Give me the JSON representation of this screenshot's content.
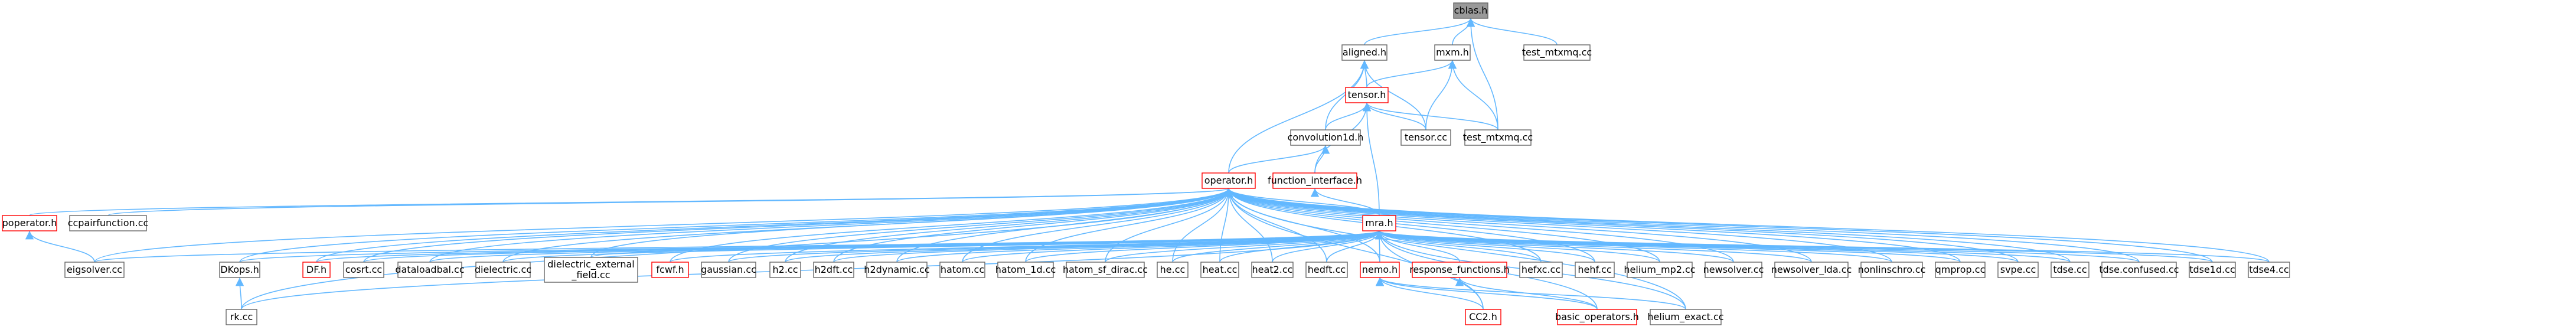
{
  "colors": {
    "edge": "#63b8ff",
    "focus_fill": "#999999",
    "focus_stroke": "#666666",
    "normal_stroke": "#666666",
    "truncated_stroke": "#ff0000",
    "node_fill": "#ffffff"
  },
  "nodes": [
    {
      "id": "cblas_h",
      "label": "cblas.h",
      "style": "focus"
    },
    {
      "id": "aligned_h",
      "label": "aligned.h",
      "style": "normal"
    },
    {
      "id": "mxm_h",
      "label": "mxm.h",
      "style": "normal"
    },
    {
      "id": "test_mtxmq_cc_top",
      "label": "test_mtxmq.cc",
      "style": "normal"
    },
    {
      "id": "tensor_h",
      "label": "tensor.h",
      "style": "truncated"
    },
    {
      "id": "convolution1d_h",
      "label": "convolution1d.h",
      "style": "normal"
    },
    {
      "id": "tensor_cc",
      "label": "tensor.cc",
      "style": "normal"
    },
    {
      "id": "test_mtxmq_cc",
      "label": "test_mtxmq.cc",
      "style": "normal"
    },
    {
      "id": "operator_h",
      "label": "operator.h",
      "style": "truncated"
    },
    {
      "id": "function_interface_h",
      "label": "function_interface.h",
      "style": "truncated"
    },
    {
      "id": "poperator_h",
      "label": "poperator.h",
      "style": "truncated"
    },
    {
      "id": "ccpairfunction_cc",
      "label": "ccpairfunction.cc",
      "style": "normal"
    },
    {
      "id": "mra_h",
      "label": "mra.h",
      "style": "truncated"
    },
    {
      "id": "eigsolver_cc",
      "label": "eigsolver.cc",
      "style": "normal"
    },
    {
      "id": "dkops_h",
      "label": "DKops.h",
      "style": "normal"
    },
    {
      "id": "df_h",
      "label": "DF.h",
      "style": "truncated"
    },
    {
      "id": "cosrt_cc",
      "label": "cosrt.cc",
      "style": "normal"
    },
    {
      "id": "dataloadbal_cc",
      "label": "dataloadbal.cc",
      "style": "normal"
    },
    {
      "id": "dielectric_cc",
      "label": "dielectric.cc",
      "style": "normal"
    },
    {
      "id": "dielectric_external_field_cc",
      "label": "dielectric_external\n_field.cc",
      "style": "normal"
    },
    {
      "id": "fcwf_h",
      "label": "fcwf.h",
      "style": "truncated"
    },
    {
      "id": "gaussian_cc",
      "label": "gaussian.cc",
      "style": "normal"
    },
    {
      "id": "h2_cc",
      "label": "h2.cc",
      "style": "normal"
    },
    {
      "id": "h2dft_cc",
      "label": "h2dft.cc",
      "style": "normal"
    },
    {
      "id": "h2dynamic_cc",
      "label": "h2dynamic.cc",
      "style": "normal"
    },
    {
      "id": "hatom_cc",
      "label": "hatom.cc",
      "style": "normal"
    },
    {
      "id": "hatom_1d_cc",
      "label": "hatom_1d.cc",
      "style": "normal"
    },
    {
      "id": "hatom_sf_dirac_cc",
      "label": "hatom_sf_dirac.cc",
      "style": "normal"
    },
    {
      "id": "he_cc",
      "label": "he.cc",
      "style": "normal"
    },
    {
      "id": "heat_cc",
      "label": "heat.cc",
      "style": "normal"
    },
    {
      "id": "heat2_cc",
      "label": "heat2.cc",
      "style": "normal"
    },
    {
      "id": "hedft_cc",
      "label": "hedft.cc",
      "style": "normal"
    },
    {
      "id": "nemo_h",
      "label": "nemo.h",
      "style": "truncated"
    },
    {
      "id": "response_functions_h",
      "label": "response_functions.h",
      "style": "truncated"
    },
    {
      "id": "hefxc_cc",
      "label": "hefxc.cc",
      "style": "normal"
    },
    {
      "id": "hehf_cc",
      "label": "hehf.cc",
      "style": "normal"
    },
    {
      "id": "helium_mp2_cc",
      "label": "helium_mp2.cc",
      "style": "normal"
    },
    {
      "id": "newsolver_cc",
      "label": "newsolver.cc",
      "style": "normal"
    },
    {
      "id": "newsolver_lda_cc",
      "label": "newsolver_lda.cc",
      "style": "normal"
    },
    {
      "id": "nonlinschro_cc",
      "label": "nonlinschro.cc",
      "style": "normal"
    },
    {
      "id": "qmprop_cc",
      "label": "qmprop.cc",
      "style": "normal"
    },
    {
      "id": "svpe_cc",
      "label": "svpe.cc",
      "style": "normal"
    },
    {
      "id": "tdse_cc",
      "label": "tdse.cc",
      "style": "normal"
    },
    {
      "id": "tdse_confused_cc",
      "label": "tdse.confused.cc",
      "style": "normal"
    },
    {
      "id": "tdse1d_cc",
      "label": "tdse1d.cc",
      "style": "normal"
    },
    {
      "id": "tdse4_cc",
      "label": "tdse4.cc",
      "style": "normal"
    },
    {
      "id": "rk_cc",
      "label": "rk.cc",
      "style": "normal"
    },
    {
      "id": "cc2_h",
      "label": "CC2.h",
      "style": "truncated"
    },
    {
      "id": "basic_operators_h",
      "label": "basic_operators.h",
      "style": "truncated"
    },
    {
      "id": "helium_exact_cc",
      "label": "helium_exact.cc",
      "style": "normal"
    }
  ],
  "edges": [
    [
      "cblas_h",
      "aligned_h"
    ],
    [
      "cblas_h",
      "mxm_h"
    ],
    [
      "cblas_h",
      "test_mtxmq_cc_top"
    ],
    [
      "cblas_h",
      "test_mtxmq_cc"
    ],
    [
      "aligned_h",
      "tensor_h"
    ],
    [
      "aligned_h",
      "convolution1d_h"
    ],
    [
      "aligned_h",
      "tensor_cc"
    ],
    [
      "aligned_h",
      "operator_h"
    ],
    [
      "mxm_h",
      "tensor_h"
    ],
    [
      "mxm_h",
      "tensor_cc"
    ],
    [
      "mxm_h",
      "test_mtxmq_cc"
    ],
    [
      "tensor_h",
      "convolution1d_h"
    ],
    [
      "tensor_h",
      "tensor_cc"
    ],
    [
      "tensor_h",
      "test_mtxmq_cc"
    ],
    [
      "tensor_h",
      "function_interface_h"
    ],
    [
      "tensor_h",
      "mra_h"
    ],
    [
      "convolution1d_h",
      "operator_h"
    ],
    [
      "convolution1d_h",
      "function_interface_h"
    ],
    [
      "operator_h",
      "poperator_h"
    ],
    [
      "operator_h",
      "ccpairfunction_cc"
    ],
    [
      "operator_h",
      "mra_h"
    ],
    [
      "operator_h",
      "eigsolver_cc"
    ],
    [
      "operator_h",
      "dkops_h"
    ],
    [
      "operator_h",
      "df_h"
    ],
    [
      "operator_h",
      "cosrt_cc"
    ],
    [
      "operator_h",
      "dataloadbal_cc"
    ],
    [
      "operator_h",
      "dielectric_cc"
    ],
    [
      "operator_h",
      "dielectric_external_field_cc"
    ],
    [
      "operator_h",
      "fcwf_h"
    ],
    [
      "operator_h",
      "gaussian_cc"
    ],
    [
      "operator_h",
      "h2_cc"
    ],
    [
      "operator_h",
      "h2dft_cc"
    ],
    [
      "operator_h",
      "h2dynamic_cc"
    ],
    [
      "operator_h",
      "hatom_cc"
    ],
    [
      "operator_h",
      "hatom_1d_cc"
    ],
    [
      "operator_h",
      "hatom_sf_dirac_cc"
    ],
    [
      "operator_h",
      "he_cc"
    ],
    [
      "operator_h",
      "heat_cc"
    ],
    [
      "operator_h",
      "heat2_cc"
    ],
    [
      "operator_h",
      "hedft_cc"
    ],
    [
      "operator_h",
      "nemo_h"
    ],
    [
      "operator_h",
      "hefxc_cc"
    ],
    [
      "operator_h",
      "hehf_cc"
    ],
    [
      "operator_h",
      "helium_mp2_cc"
    ],
    [
      "operator_h",
      "newsolver_cc"
    ],
    [
      "operator_h",
      "newsolver_lda_cc"
    ],
    [
      "operator_h",
      "nonlinschro_cc"
    ],
    [
      "operator_h",
      "qmprop_cc"
    ],
    [
      "operator_h",
      "svpe_cc"
    ],
    [
      "operator_h",
      "tdse_cc"
    ],
    [
      "operator_h",
      "tdse_confused_cc"
    ],
    [
      "operator_h",
      "tdse1d_cc"
    ],
    [
      "operator_h",
      "tdse4_cc"
    ],
    [
      "operator_h",
      "rk_cc"
    ],
    [
      "operator_h",
      "cc2_h"
    ],
    [
      "operator_h",
      "helium_exact_cc"
    ],
    [
      "function_interface_h",
      "mra_h"
    ],
    [
      "poperator_h",
      "eigsolver_cc"
    ],
    [
      "mra_h",
      "eigsolver_cc"
    ],
    [
      "mra_h",
      "dkops_h"
    ],
    [
      "mra_h",
      "df_h"
    ],
    [
      "mra_h",
      "cosrt_cc"
    ],
    [
      "mra_h",
      "dataloadbal_cc"
    ],
    [
      "mra_h",
      "dielectric_cc"
    ],
    [
      "mra_h",
      "dielectric_external_field_cc"
    ],
    [
      "mra_h",
      "fcwf_h"
    ],
    [
      "mra_h",
      "gaussian_cc"
    ],
    [
      "mra_h",
      "h2_cc"
    ],
    [
      "mra_h",
      "h2dft_cc"
    ],
    [
      "mra_h",
      "h2dynamic_cc"
    ],
    [
      "mra_h",
      "hatom_cc"
    ],
    [
      "mra_h",
      "hatom_1d_cc"
    ],
    [
      "mra_h",
      "hatom_sf_dirac_cc"
    ],
    [
      "mra_h",
      "he_cc"
    ],
    [
      "mra_h",
      "heat_cc"
    ],
    [
      "mra_h",
      "heat2_cc"
    ],
    [
      "mra_h",
      "hedft_cc"
    ],
    [
      "mra_h",
      "nemo_h"
    ],
    [
      "mra_h",
      "response_functions_h"
    ],
    [
      "mra_h",
      "hefxc_cc"
    ],
    [
      "mra_h",
      "hehf_cc"
    ],
    [
      "mra_h",
      "helium_mp2_cc"
    ],
    [
      "mra_h",
      "newsolver_cc"
    ],
    [
      "mra_h",
      "newsolver_lda_cc"
    ],
    [
      "mra_h",
      "nonlinschro_cc"
    ],
    [
      "mra_h",
      "qmprop_cc"
    ],
    [
      "mra_h",
      "svpe_cc"
    ],
    [
      "mra_h",
      "tdse_cc"
    ],
    [
      "mra_h",
      "tdse_confused_cc"
    ],
    [
      "mra_h",
      "tdse1d_cc"
    ],
    [
      "mra_h",
      "tdse4_cc"
    ],
    [
      "mra_h",
      "cc2_h"
    ],
    [
      "mra_h",
      "basic_operators_h"
    ],
    [
      "mra_h",
      "helium_exact_cc"
    ],
    [
      "mra_h",
      "rk_cc"
    ],
    [
      "dkops_h",
      "rk_cc"
    ],
    [
      "nemo_h",
      "cc2_h"
    ],
    [
      "nemo_h",
      "helium_exact_cc"
    ],
    [
      "nemo_h",
      "basic_operators_h"
    ],
    [
      "response_functions_h",
      "basic_operators_h"
    ]
  ]
}
